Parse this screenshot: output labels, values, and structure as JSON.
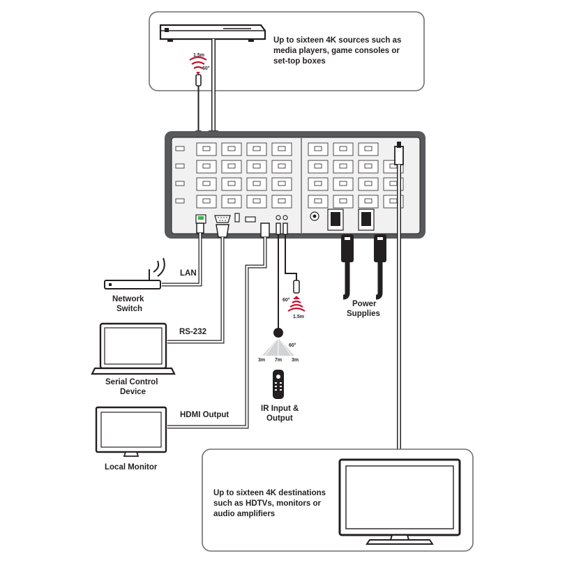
{
  "sources_box": {
    "line1": "Up to sixteen 4K sources such as",
    "line2": "media players, game consoles or",
    "line3": "set-top boxes"
  },
  "dest_box": {
    "line1": "Up to sixteen 4K destinations",
    "line2": "such as HDTVs, monitors or",
    "line3": "audio amplifiers"
  },
  "ir_top": {
    "distance": "1.5m",
    "angle": "60°"
  },
  "ir_right": {
    "distance": "1.5m",
    "angle": "60°"
  },
  "ir_remote": {
    "left": "3m",
    "center": "7m",
    "right": "3m",
    "angle": "60°"
  },
  "connections": {
    "lan": "LAN",
    "rs232": "RS-232",
    "hdmi_output": "HDMI Output"
  },
  "devices": {
    "network_switch_1": "Network",
    "network_switch_2": "Switch",
    "serial_1": "Serial Control",
    "serial_2": "Device",
    "monitor": "Local Monitor",
    "ir_1": "IR Input &",
    "ir_2": "Output",
    "power_1": "Power",
    "power_2": "Supplies"
  },
  "colors": {
    "ir_red": "#c8102e",
    "cable": "#231f20",
    "box_border": "#6d6e71",
    "chassis": "#58595b"
  }
}
